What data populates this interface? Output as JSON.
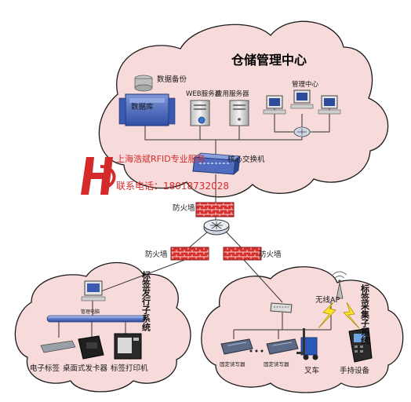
{
  "center": {
    "title": "仓储管理中心",
    "backup_label": "数据备份",
    "db_label": "数据库",
    "web_server": "WEB服务器",
    "app_server": "应用服务器",
    "mgmt_center": "管理中心",
    "core_switch": "核心交换机"
  },
  "firewalls": {
    "main": "防火墙",
    "left": "防火墙",
    "right": "防火墙"
  },
  "left_site": {
    "system_title": "标签发行子系统",
    "pc_label": "管理电脑",
    "devices": [
      "电子标签",
      "桌面式发卡器",
      "标签打印机"
    ]
  },
  "right_site": {
    "system_title": "标签采集子系统",
    "ap_label": "无线AP",
    "reader1": "固定读写器",
    "reader2": "固定读写器",
    "forklift": "叉车",
    "handheld": "手持设备"
  },
  "watermark": {
    "company": "上海浩斌RFID专业服务",
    "phone": "联系电话：18018732028"
  },
  "colors": {
    "cloud_fill": "#f7dada",
    "cloud_stroke": "#1a1a1a",
    "firewall": "#d7302c",
    "watermark": "#d42a2a",
    "bolt": "#ffe22a"
  }
}
